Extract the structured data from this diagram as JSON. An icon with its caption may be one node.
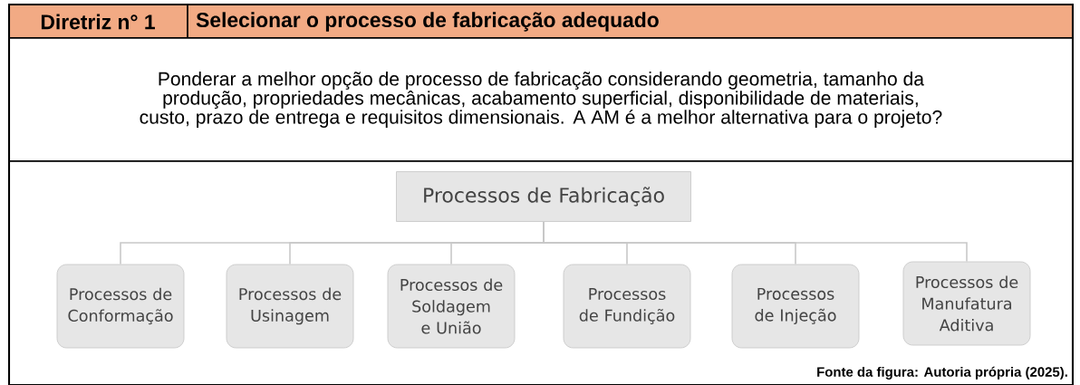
{
  "diagram": {
    "nodes": [
      {
        "text": [
          "Processos de Fabricação"
        ]
      },
      {
        "text": [
          "Processos de Conformação"
        ]
      },
      {
        "text": [
          "Processos de Usinagem"
        ]
      },
      {
        "text": [
          "Processos de Soldagem e União"
        ]
      },
      {
        "text": [
          "Processos de Fundição"
        ]
      },
      {
        "text": [
          "Processos de Injeção"
        ]
      },
      {
        "text": [
          "Processos de Manufatura Aditiva"
        ]
      }
    ],
    "edges": [
      {
        "from": 0,
        "to": 1,
        "arrow": "none"
      },
      {
        "from": 0,
        "to": 2,
        "arrow": "none"
      },
      {
        "from": 0,
        "to": 3,
        "arrow": "none"
      },
      {
        "from": 0,
        "to": 4,
        "arrow": "none"
      },
      {
        "from": 0,
        "to": 5,
        "arrow": "none"
      },
      {
        "from": 0,
        "to": 6,
        "arrow": "none"
      }
    ],
    "labels": [
      "Diretriz n° 1",
      "Selecionar o processo de fabricação adequado",
      "Ponderar a melhor opção de processo de fabricação considerando geometria, tamanho da produção, propriedades mecânicas, acabamento superficial, disponibilidade de materiais, custo, prazo de entrega e requisitos dimensionais. A AM é a melhor alternativa para o projeto?"
    ],
    "caption": "Fonte da figura: Autoria própria (2025)."
  }
}
